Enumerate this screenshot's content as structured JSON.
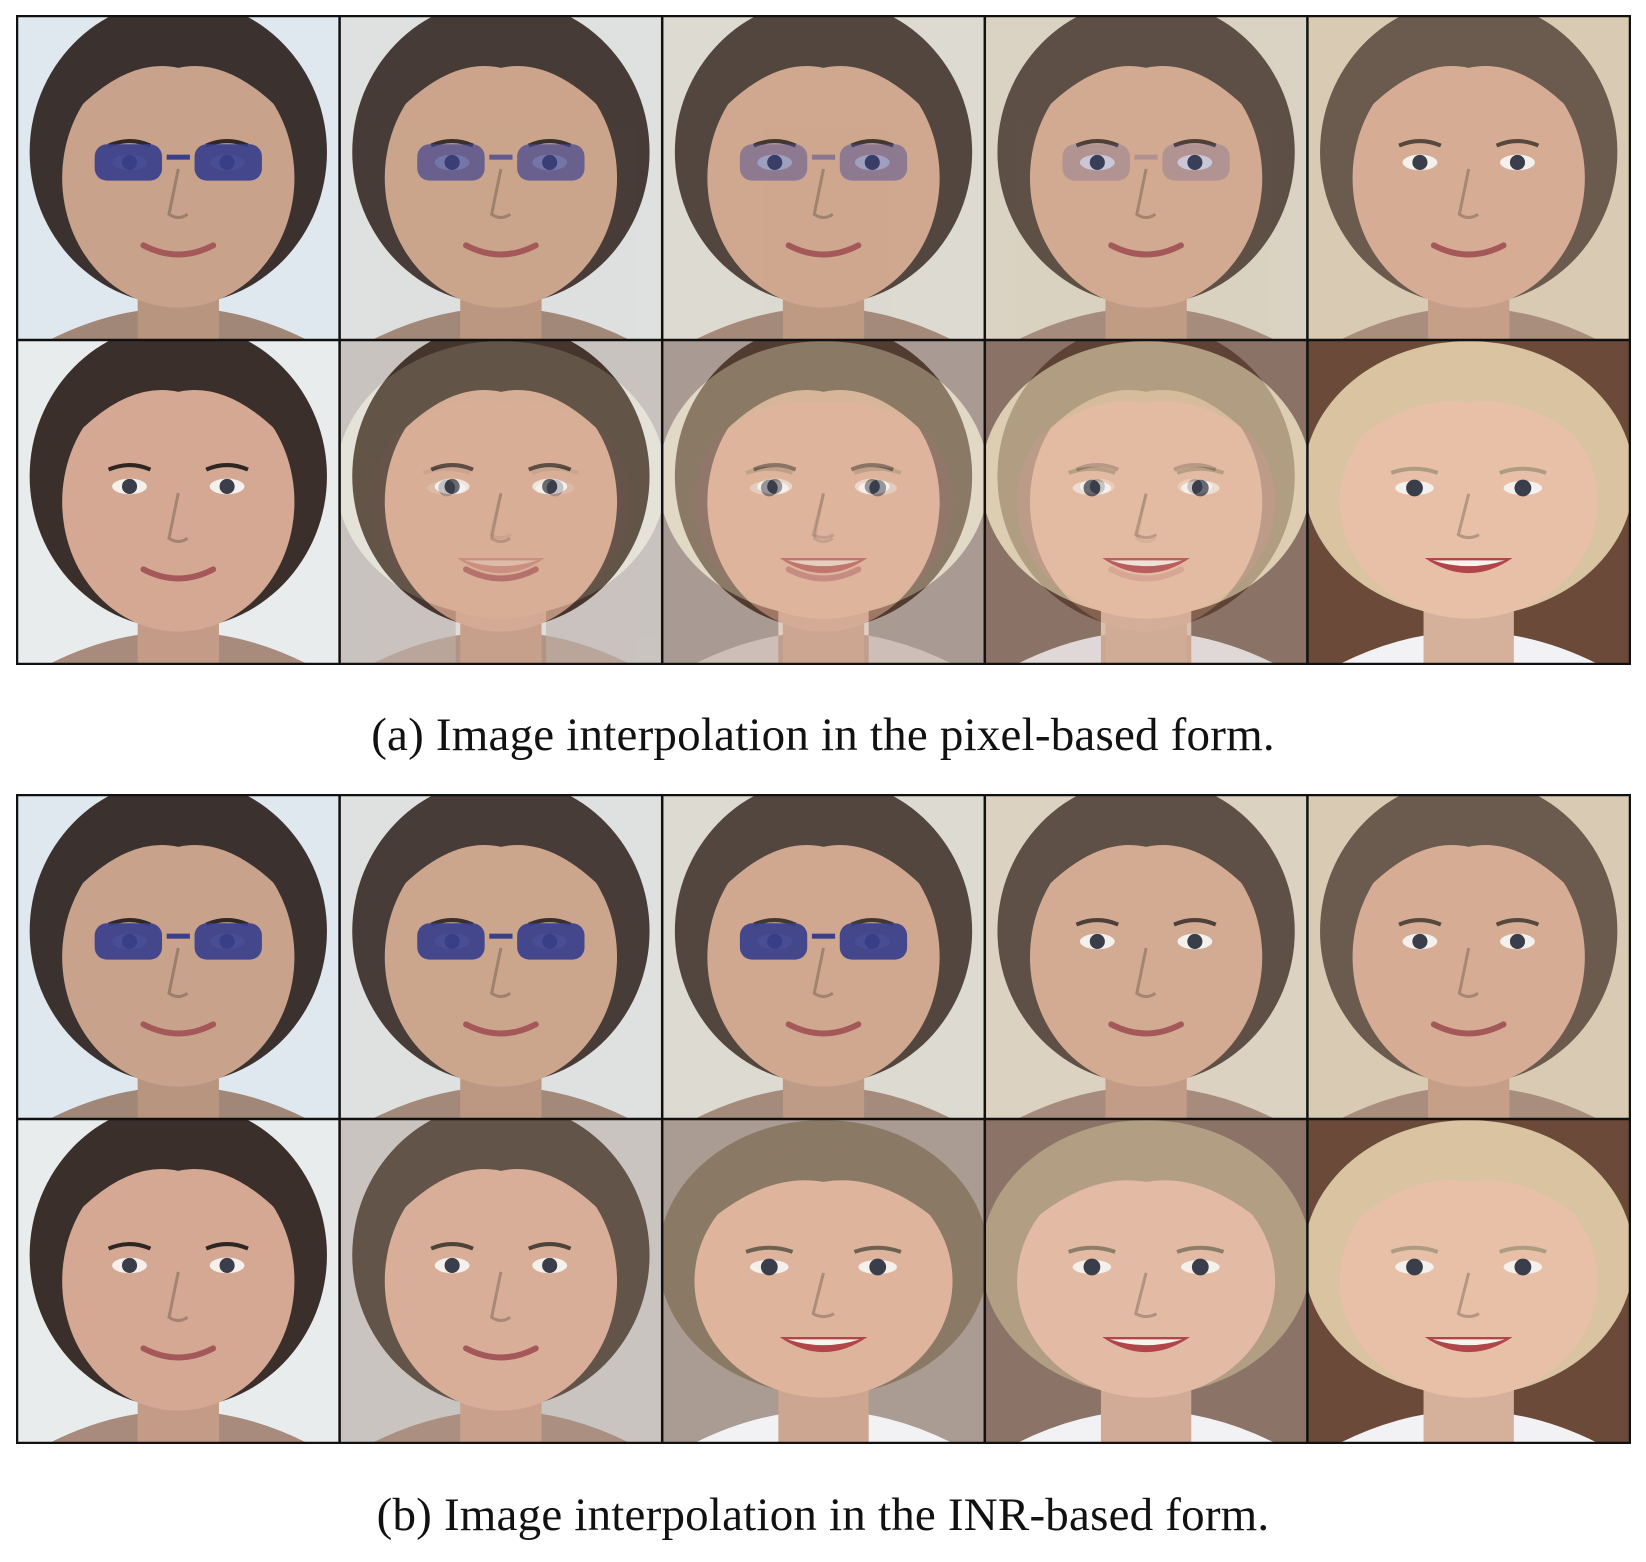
{
  "figure": {
    "panels": [
      {
        "id": "a",
        "caption": "(a) Image interpolation in the pixel-based form.",
        "mode": "pixel-blend",
        "rows": [
          {
            "from": {
              "skin": "#c8a28a",
              "hair": "#3b3230",
              "bg": "#dfe8ee",
              "glasses": "#3a3f8c",
              "child": false
            },
            "to": {
              "skin": "#d6ad94",
              "hair": "#6b5a4e",
              "bg": "#d9cbb3",
              "glasses": null,
              "child": false
            },
            "steps": [
              0,
              0.25,
              0.5,
              0.75,
              1
            ]
          },
          {
            "from": {
              "skin": "#d4a892",
              "hair": "#3a2f2a",
              "bg": "#e9ecec",
              "glasses": null,
              "child": false
            },
            "to": {
              "skin": "#e8c0a8",
              "hair": "#d9c3a0",
              "bg": "#6b4a3a",
              "glasses": null,
              "child": true
            },
            "steps": [
              0,
              0.25,
              0.5,
              0.75,
              1
            ]
          }
        ]
      },
      {
        "id": "b",
        "caption": "(b) Image interpolation in the INR-based form.",
        "mode": "latent",
        "rows": [
          {
            "from": {
              "skin": "#c8a28a",
              "hair": "#3b3230",
              "bg": "#dfe8ee",
              "glasses": "#3a3f8c",
              "child": false
            },
            "to": {
              "skin": "#d6ad94",
              "hair": "#6b5a4e",
              "bg": "#d9cbb3",
              "glasses": null,
              "child": false
            },
            "steps": [
              0,
              0.25,
              0.5,
              0.75,
              1
            ]
          },
          {
            "from": {
              "skin": "#d4a892",
              "hair": "#3a2f2a",
              "bg": "#e9ecec",
              "glasses": null,
              "child": false
            },
            "to": {
              "skin": "#e8c0a8",
              "hair": "#d9c3a0",
              "bg": "#6b4a3a",
              "glasses": null,
              "child": true
            },
            "steps": [
              0,
              0.25,
              0.5,
              0.75,
              1
            ]
          }
        ]
      }
    ]
  }
}
